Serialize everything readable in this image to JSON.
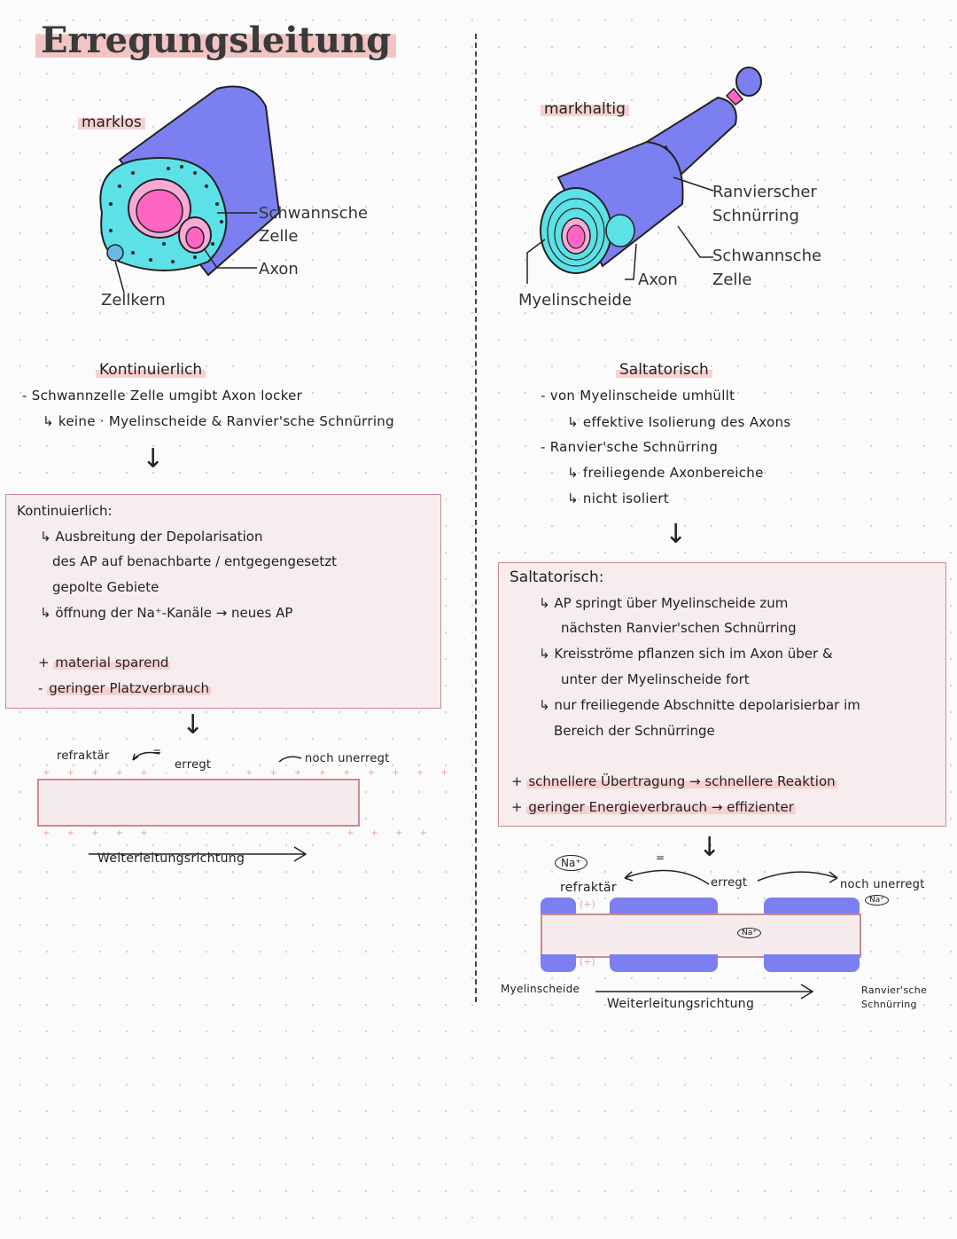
{
  "title": "Erregungsleitung",
  "left": {
    "tag": "marklos",
    "diagram_labels": {
      "schwann": "Schwannsche",
      "schwann2": "Zelle",
      "axon": "Axon",
      "zellkern": "Zellkern"
    },
    "subtitle": "Kontinuierlich",
    "notes": [
      "Schwannzelle Zelle umgibt Axon locker",
      "↳ keine · Myelinscheide & Ranvier'sche Schnürring"
    ],
    "box": {
      "heading": "Kontinuierlich:",
      "lines": [
        "↳ Ausbreitung der Depolarisation",
        "des AP auf benachbarte / entgegengesetzt",
        "gepolte Gebiete",
        "↳ öffnung der Na⁺-Kanäle → neues AP"
      ],
      "pros": [
        "material sparend",
        "geringer Platzverbrauch"
      ]
    },
    "figure": {
      "refraktaer": "refraktär",
      "erregt": "erregt",
      "unerregt": "noch unerregt",
      "eq": "=",
      "richtung": "Weiterleitungsrichtung"
    }
  },
  "right": {
    "tag": "markhaltig",
    "diagram_labels": {
      "ranvier1": "Ranvierscher",
      "ranvier2": "Schnürring",
      "schwann1": "Schwannsche",
      "schwann2": "Zelle",
      "axon": "Axon",
      "myelin": "Myelinscheide"
    },
    "subtitle": "Saltatorisch",
    "notes": [
      "- von Myelinscheide umhüllt",
      "↳ effektive Isolierung des Axons",
      "- Ranvier'sche Schnürring",
      "↳ freiliegende Axonbereiche",
      "↳ nicht isoliert"
    ],
    "box": {
      "heading": "Saltatorisch:",
      "lines": [
        "↳ AP springt über Myelinscheide zum",
        "nächsten Ranvier'schen Schnürring",
        "↳ Kreisströme pflanzen sich im Axon über &",
        "unter der Myelinscheide fort",
        "↳ nur freiliegende Abschnitte depolarisierbar im",
        "Bereich der Schnürringe"
      ],
      "pros": [
        "schnellere Übertragung → schnellere Reaktion",
        "geringer Energieverbrauch → effizienter"
      ]
    },
    "figure": {
      "na": "Na⁺",
      "refraktaer": "refraktär",
      "erregt": "erregt",
      "unerregt": "noch unerregt",
      "eq": "=",
      "myelin": "Myelinscheide",
      "richtung": "Weiterleitungsrichtung",
      "ranvier1": "Ranvier'sche",
      "ranvier2": "Schnürring",
      "plus": "(+)"
    }
  },
  "colors": {
    "myelin": "#7b7ff0",
    "schwann": "#5ce1e6",
    "axon": "#ff66c4",
    "highlight": "#f7d0d0",
    "box_border": "#c98a90"
  }
}
